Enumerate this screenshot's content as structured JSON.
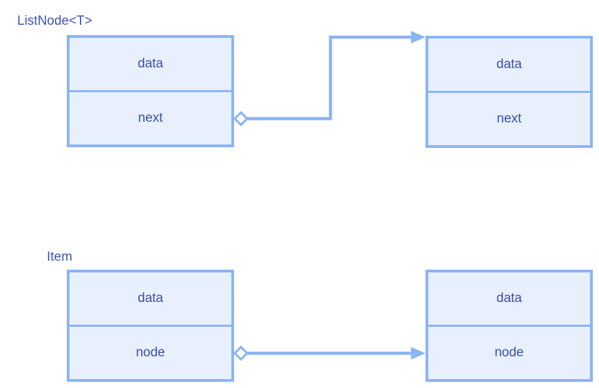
{
  "diagram": {
    "colors": {
      "stroke": "#8ab4f8",
      "cell_fill": "#e8f0fd",
      "cell_text": "#3b4fa5",
      "label_text": "#3d55b4",
      "background": "#ffffff"
    },
    "labels": {
      "listnode": "ListNode<T>",
      "item": "Item"
    },
    "boxes": {
      "top_left": {
        "cells": [
          "data",
          "next"
        ]
      },
      "top_right": {
        "cells": [
          "data",
          "next"
        ]
      },
      "bottom_left": {
        "cells": [
          "data",
          "node"
        ]
      },
      "bottom_right": {
        "cells": [
          "data",
          "node"
        ]
      }
    },
    "connectors": [
      {
        "id": "listnode-next-aggregation",
        "from": "top_left.next",
        "to": "top_right (top-left corner)",
        "shape": "elbow",
        "start_marker": "open-diamond",
        "end_marker": "filled-arrow"
      },
      {
        "id": "item-node-aggregation",
        "from": "bottom_left.node",
        "to": "bottom_right.node",
        "shape": "straight",
        "start_marker": "open-diamond",
        "end_marker": "filled-arrow"
      }
    ]
  }
}
